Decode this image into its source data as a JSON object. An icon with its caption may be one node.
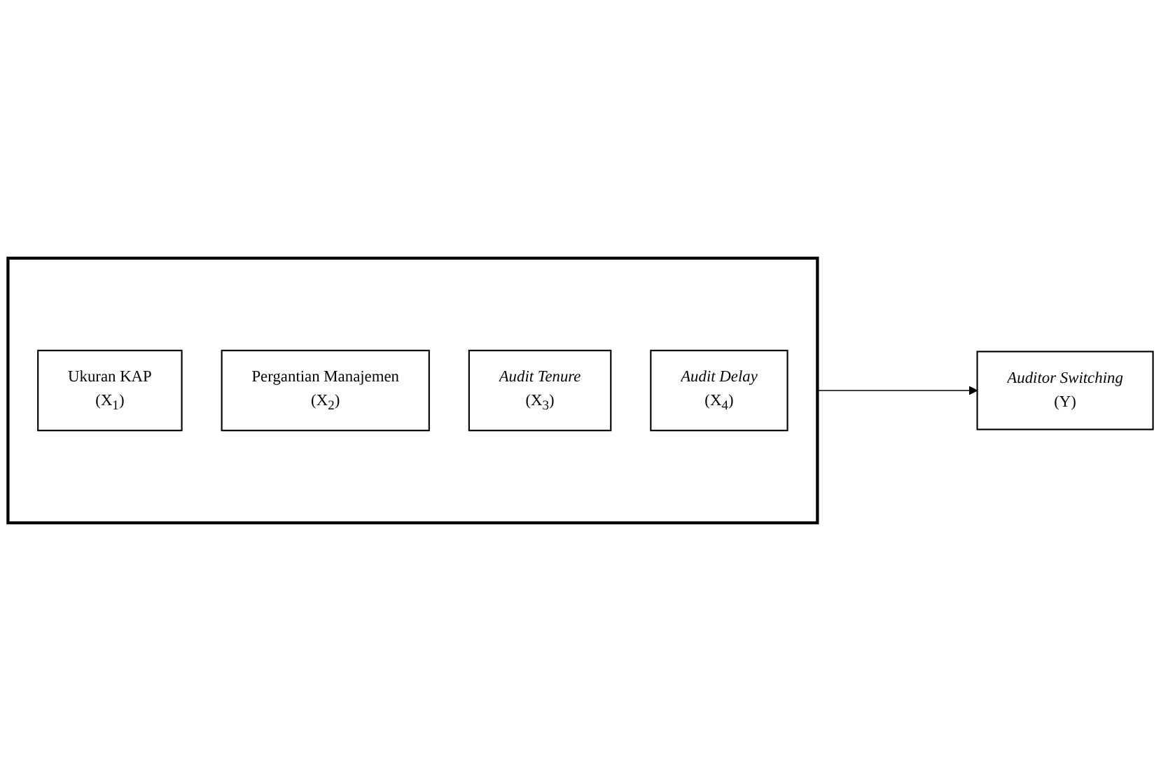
{
  "diagram": {
    "nodes": [
      {
        "text": [],
        "shape": "box"
      },
      {
        "text": [
          "Ukuran KAP",
          "(X$_{1}$)"
        ],
        "in": 0
      },
      {
        "text": [
          "Pergantian Manajemen",
          "(X$_{2}$)"
        ],
        "in": 0
      },
      {
        "text": [
          "Audit Tenure",
          "(X$_{3}$)"
        ],
        "in": 0
      },
      {
        "text": [
          "Audit Delay",
          "(X$_{4}$)"
        ],
        "in": 0
      },
      {
        "text": [
          "Auditor Switching",
          "(Y)"
        ]
      }
    ],
    "edges": [
      {
        "from": 0,
        "to": 5,
        "arrow": "to"
      }
    ]
  }
}
